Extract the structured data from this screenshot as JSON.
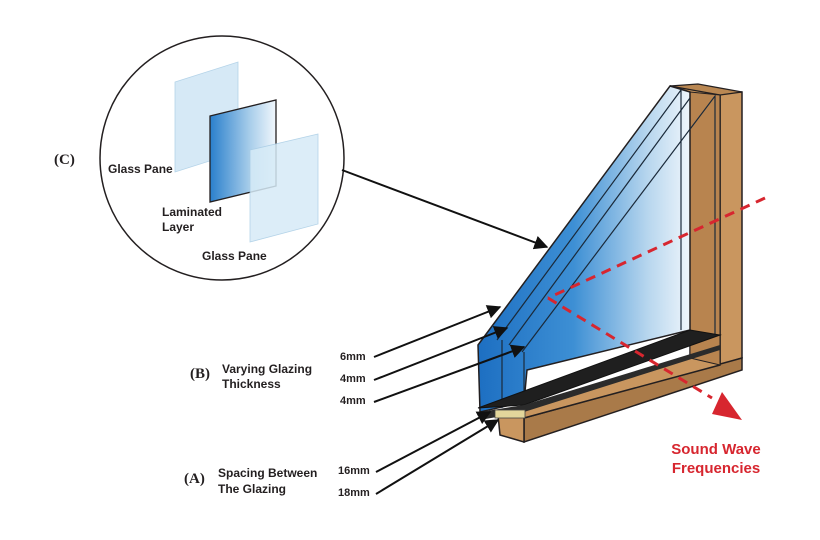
{
  "callout_c": {
    "letter": "(C)",
    "glass_pane_top": "Glass Pane",
    "laminated_line1": "Laminated",
    "laminated_line2": "Layer",
    "glass_pane_bottom": "Glass Pane"
  },
  "callout_b": {
    "letter": "(B)",
    "line1": "Varying Glazing",
    "line2": "Thickness",
    "sizes": [
      "6mm",
      "4mm",
      "4mm"
    ]
  },
  "callout_a": {
    "letter": "(A)",
    "line1": "Spacing Between",
    "line2": "The Glazing",
    "sizes": [
      "16mm",
      "18mm"
    ]
  },
  "sound": {
    "line1": "Sound Wave",
    "line2": "Frequencies"
  },
  "colors": {
    "frame": "#c9965f",
    "frame_dark": "#a97a49",
    "glass_blue": "#1f74c6",
    "glass_light": "#eaf3fa",
    "sound_red": "#d7262f",
    "text": "#231f20"
  }
}
